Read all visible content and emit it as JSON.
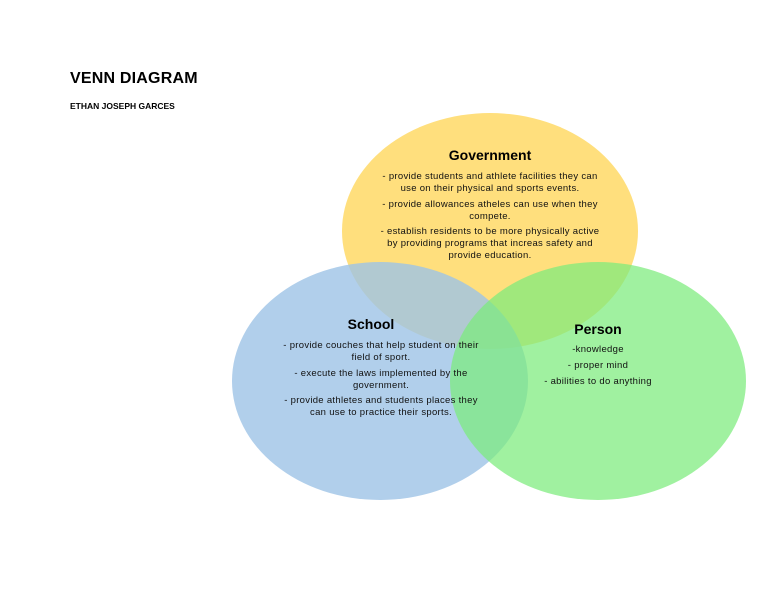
{
  "document": {
    "title": "VENN DIAGRAM",
    "author": "ETHAN JOSEPH GARCES"
  },
  "venn": {
    "government": {
      "label": "Government",
      "color": "#FFD966",
      "items": [
        "- provide students and athlete facilities they can use on their physical and sports events.",
        "- provide allowances atheles can use when they compete.",
        "- establish residents to be more physically active by providing programs that increas safety and provide education."
      ]
    },
    "school": {
      "label": "School",
      "color": "#9DC3E6",
      "items": [
        "- provide couches that help student on their field of sport.",
        "- execute the laws implemented by the government.",
        "- provide athletes and students places they can use to practice their sports."
      ]
    },
    "person": {
      "label": "Person",
      "color": "#7CEB7C",
      "items": [
        "-knowledge",
        "- proper mind",
        "- abilities to do anything"
      ]
    }
  }
}
